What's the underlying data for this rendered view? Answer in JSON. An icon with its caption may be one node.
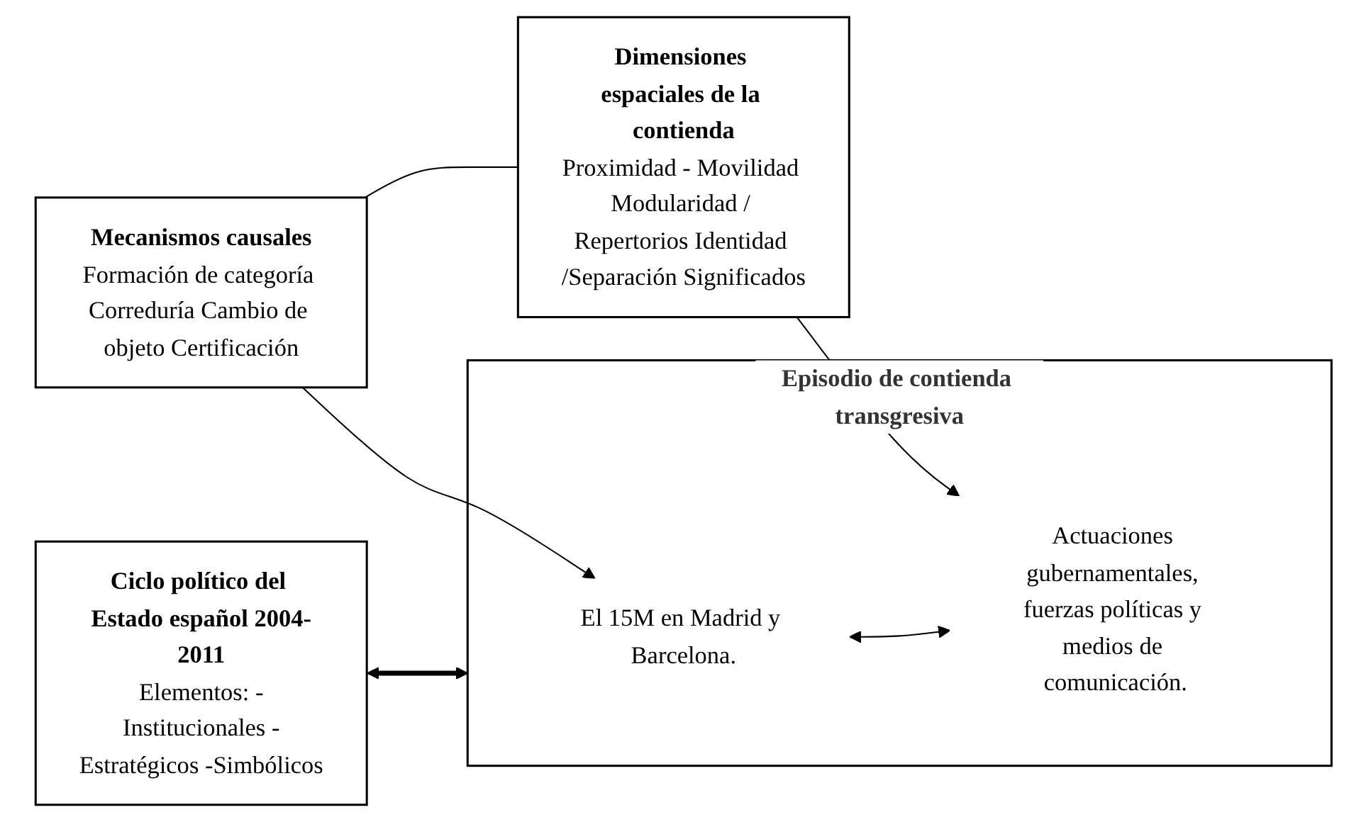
{
  "diagram": {
    "nodes": [
      {
        "text": [
          "Ciclo político del Estado español 2004-2011",
          "Elementos: -Institucionales -Estratégicos -Simbólicos"
        ]
      },
      {
        "text": [
          "Episodio de contienda transgresiva"
        ]
      },
      {
        "text": [
          "El 15M en Madrid y Barcelona."
        ],
        "in": 1
      },
      {
        "text": [
          "Actuaciones gubernamentales, fuerzas políticas y medios de comunicación."
        ],
        "in": 1
      },
      {
        "text": [
          "Mecanismos causales",
          "Formación de categoría Correduría Cambio de objeto Certificación"
        ]
      },
      {
        "text": [
          "Dimensiones espaciales de la contienda",
          "Proximidad - Movilidad Modularidad / Repertorios Identidad /Separación Significados"
        ]
      }
    ],
    "edges": [
      {
        "from": 0,
        "to": 1,
        "arrow": "both",
        "style": "thick"
      },
      {
        "from": 4,
        "to": 2,
        "arrow": "to"
      },
      {
        "from": 5,
        "to": 3,
        "arrow": "to"
      },
      {
        "from": 2,
        "to": 3,
        "arrow": "both"
      },
      {
        "from": 4,
        "to": 5,
        "arrow": "none"
      }
    ]
  }
}
